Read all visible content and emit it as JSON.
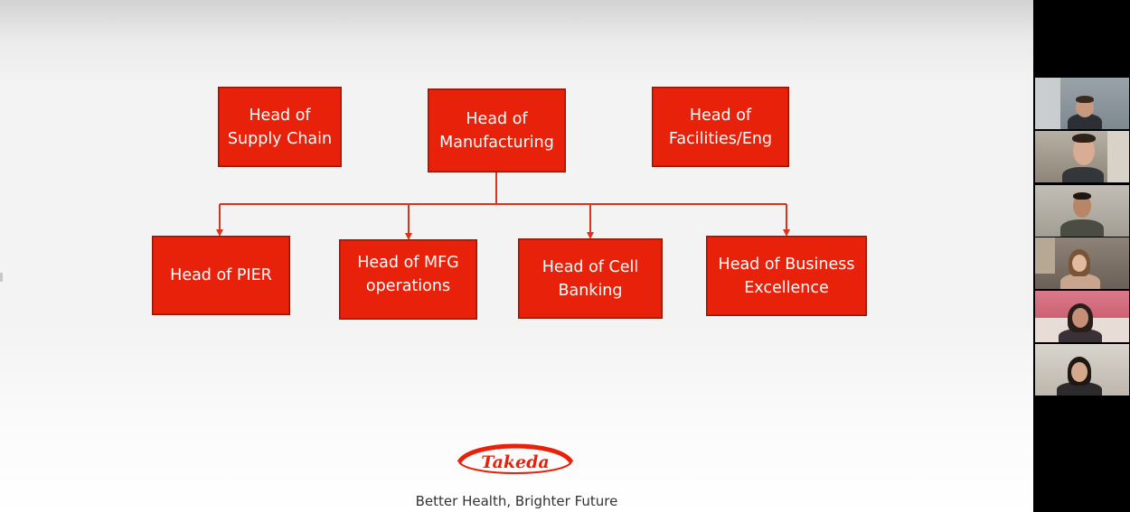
{
  "slide": {
    "top_row": [
      {
        "line1": "Head of",
        "line2": "Supply Chain"
      },
      {
        "line1": "Head of",
        "line2": "Manufacturing"
      },
      {
        "line1": "Head of",
        "line2": "Facilities/Eng"
      }
    ],
    "bottom_row": [
      {
        "line1": "Head of PIER",
        "line2": ""
      },
      {
        "line1": "Head of MFG",
        "line2": "operations"
      },
      {
        "line1": "Head of Cell",
        "line2": "Banking"
      },
      {
        "line1": "Head of Business",
        "line2": "Excellence"
      }
    ],
    "logo_text": "Takeda",
    "tagline": "Better Health, Brighter Future",
    "accent_color": "#e8210a"
  },
  "participants": [
    {
      "label": "participant-1"
    },
    {
      "label": "participant-2"
    },
    {
      "label": "participant-3"
    },
    {
      "label": "participant-4"
    },
    {
      "label": "participant-5"
    },
    {
      "label": "participant-6"
    }
  ]
}
